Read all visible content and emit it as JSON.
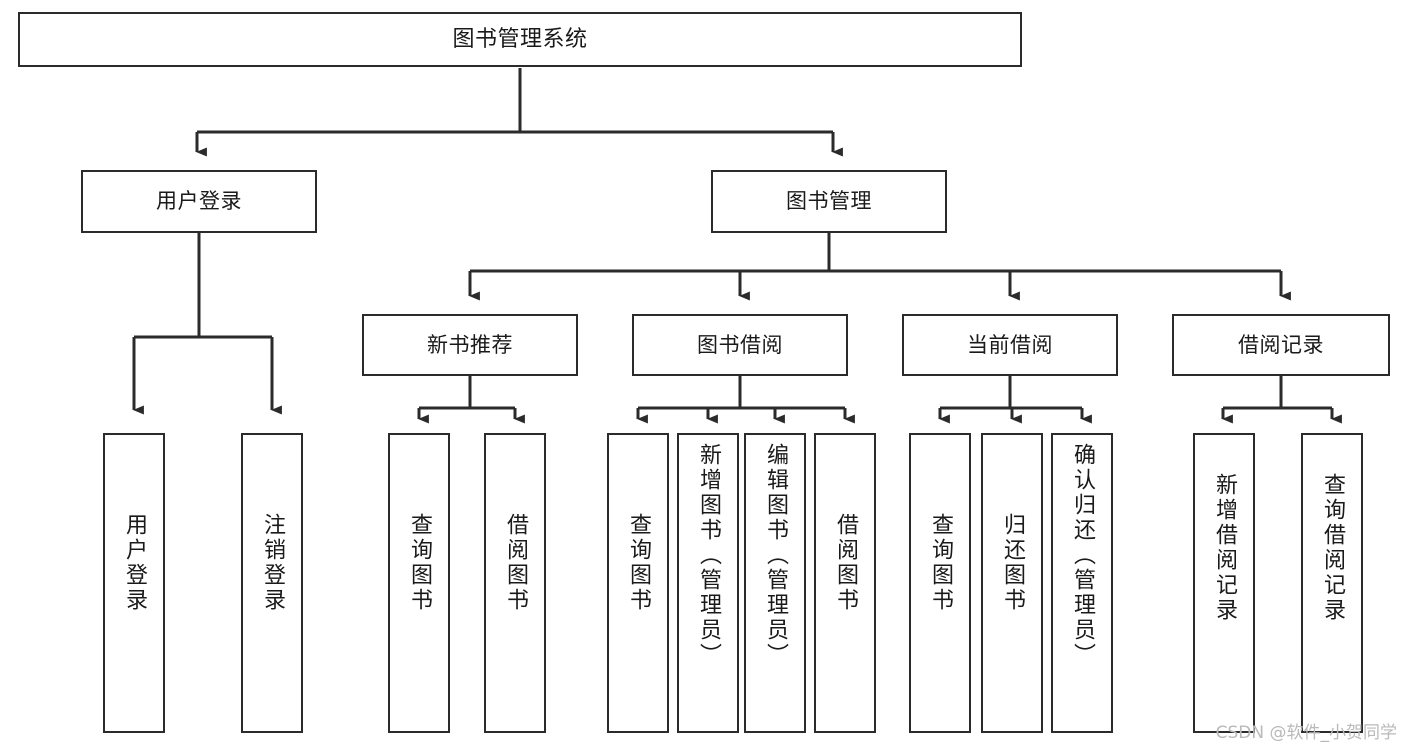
{
  "diagram": {
    "type": "tree-hierarchy-chart",
    "title": "图书管理系统",
    "stroke_color": "#2b2b2b",
    "fill_color": "#ffffff",
    "text_color": "#1a1a1a",
    "levels": {
      "root": {
        "label": "图书管理系统"
      },
      "level2": [
        {
          "id": "user-login",
          "label": "用户登录"
        },
        {
          "id": "book-manage",
          "label": "图书管理"
        }
      ],
      "level3": [
        {
          "id": "new-book-rec",
          "label": "新书推荐",
          "parent": "book-manage"
        },
        {
          "id": "book-borrow",
          "label": "图书借阅",
          "parent": "book-manage"
        },
        {
          "id": "current-borrow",
          "label": "当前借阅",
          "parent": "book-manage"
        },
        {
          "id": "borrow-record",
          "label": "借阅记录",
          "parent": "book-manage"
        }
      ],
      "leaves": [
        {
          "id": "leaf-user-login",
          "label": "用户登录",
          "parent": "user-login"
        },
        {
          "id": "leaf-logout",
          "label": "注销登录",
          "parent": "user-login"
        },
        {
          "id": "leaf-query-book-1",
          "label": "查询图书",
          "parent": "new-book-rec"
        },
        {
          "id": "leaf-borrow-book-1",
          "label": "借阅图书",
          "parent": "new-book-rec"
        },
        {
          "id": "leaf-query-book-2",
          "label": "查询图书",
          "parent": "book-borrow"
        },
        {
          "id": "leaf-add-book",
          "label": "新增图书（管理员）",
          "parent": "book-borrow"
        },
        {
          "id": "leaf-edit-book",
          "label": "编辑图书（管理员）",
          "parent": "book-borrow"
        },
        {
          "id": "leaf-borrow-book-2",
          "label": "借阅图书",
          "parent": "book-borrow"
        },
        {
          "id": "leaf-query-book-3",
          "label": "查询图书",
          "parent": "current-borrow"
        },
        {
          "id": "leaf-return-book",
          "label": "归还图书",
          "parent": "current-borrow"
        },
        {
          "id": "leaf-confirm-return",
          "label": "确认归还（管理员）",
          "parent": "current-borrow"
        },
        {
          "id": "leaf-add-record",
          "label": "新增借阅记录",
          "parent": "borrow-record"
        },
        {
          "id": "leaf-query-record",
          "label": "查询借阅记录",
          "parent": "borrow-record"
        }
      ]
    }
  },
  "watermark": {
    "text": "CSDN @软件_小贺同学"
  }
}
